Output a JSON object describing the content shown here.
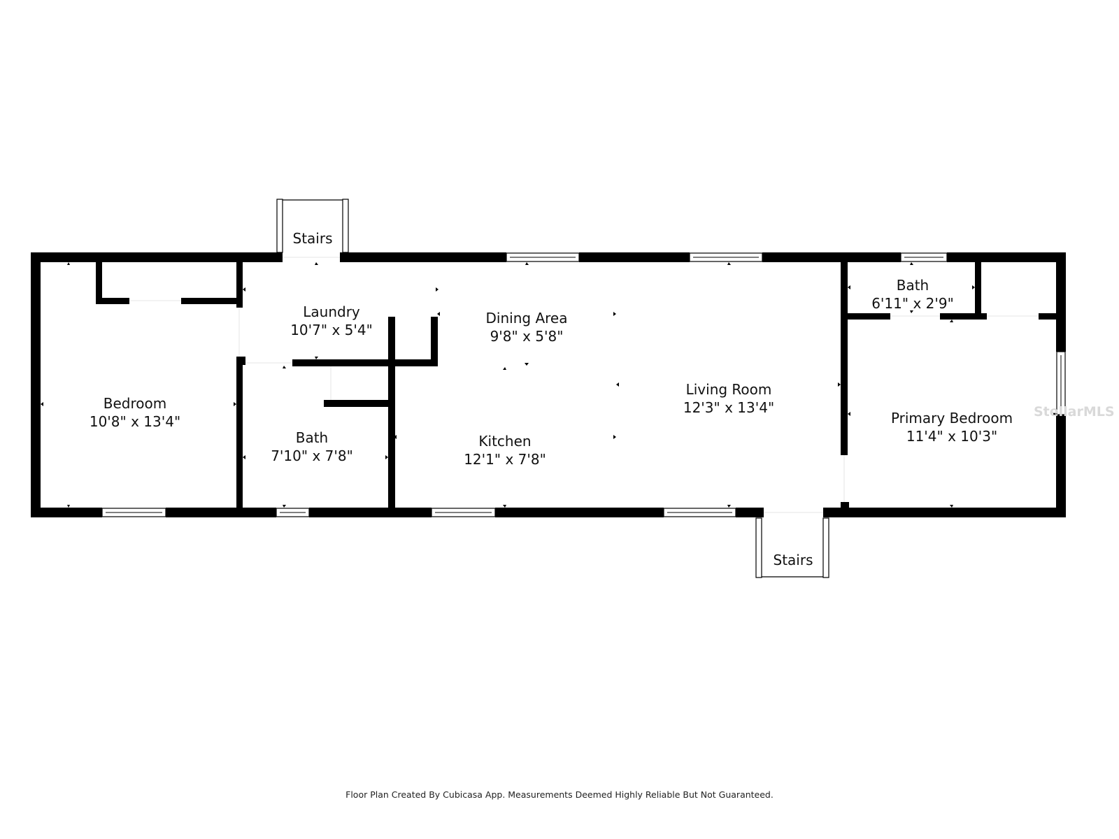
{
  "floor_plan": {
    "rooms": [
      {
        "name": "Bedroom",
        "dimensions": "10'8\" x 13'4\""
      },
      {
        "name": "Laundry",
        "dimensions": "10'7\" x 5'4\""
      },
      {
        "name": "Bath",
        "dimensions": "7'10\" x 7'8\""
      },
      {
        "name": "Dining Area",
        "dimensions": "9'8\" x 5'8\""
      },
      {
        "name": "Kitchen",
        "dimensions": "12'1\" x 7'8\""
      },
      {
        "name": "Living Room",
        "dimensions": "12'3\" x 13'4\""
      },
      {
        "name": "Bath",
        "dimensions": "6'11\" x 2'9\""
      },
      {
        "name": "Primary Bedroom",
        "dimensions": "11'4\" x 10'3\""
      }
    ],
    "stairs": [
      {
        "label": "Stairs"
      },
      {
        "label": "Stairs"
      }
    ],
    "wall_color": "#000000",
    "background_color": "#ffffff"
  },
  "footer": {
    "disclaimer": "Floor Plan Created By Cubicasa App. Measurements Deemed Highly Reliable But Not Guaranteed."
  },
  "watermark": {
    "text": "StellarMLS"
  }
}
